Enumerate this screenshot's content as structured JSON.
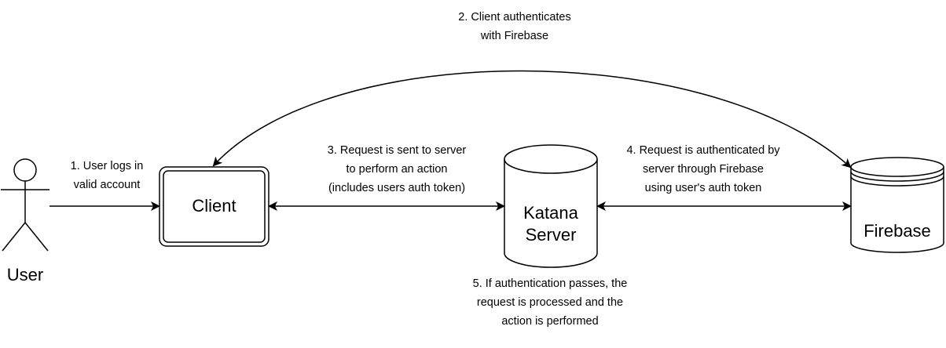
{
  "nodes": {
    "user": {
      "label": "User"
    },
    "client": {
      "label": "Client"
    },
    "server": {
      "lines": [
        "Katana",
        "Server"
      ]
    },
    "firebase": {
      "label": "Firebase"
    }
  },
  "steps": {
    "step1": {
      "lines": [
        "1. User logs in",
        "valid account"
      ]
    },
    "step2": {
      "lines": [
        "2. Client authenticates",
        "with Firebase"
      ]
    },
    "step3": {
      "lines": [
        "3. Request is sent to server",
        "to perform an action",
        "(includes users auth token)"
      ]
    },
    "step4": {
      "lines": [
        "4. Request is authenticated by",
        "server through Firebase",
        "using user's auth token"
      ]
    },
    "step5": {
      "lines": [
        "5. If authentication passes, the",
        "request is processed and the",
        "action is performed"
      ]
    }
  }
}
